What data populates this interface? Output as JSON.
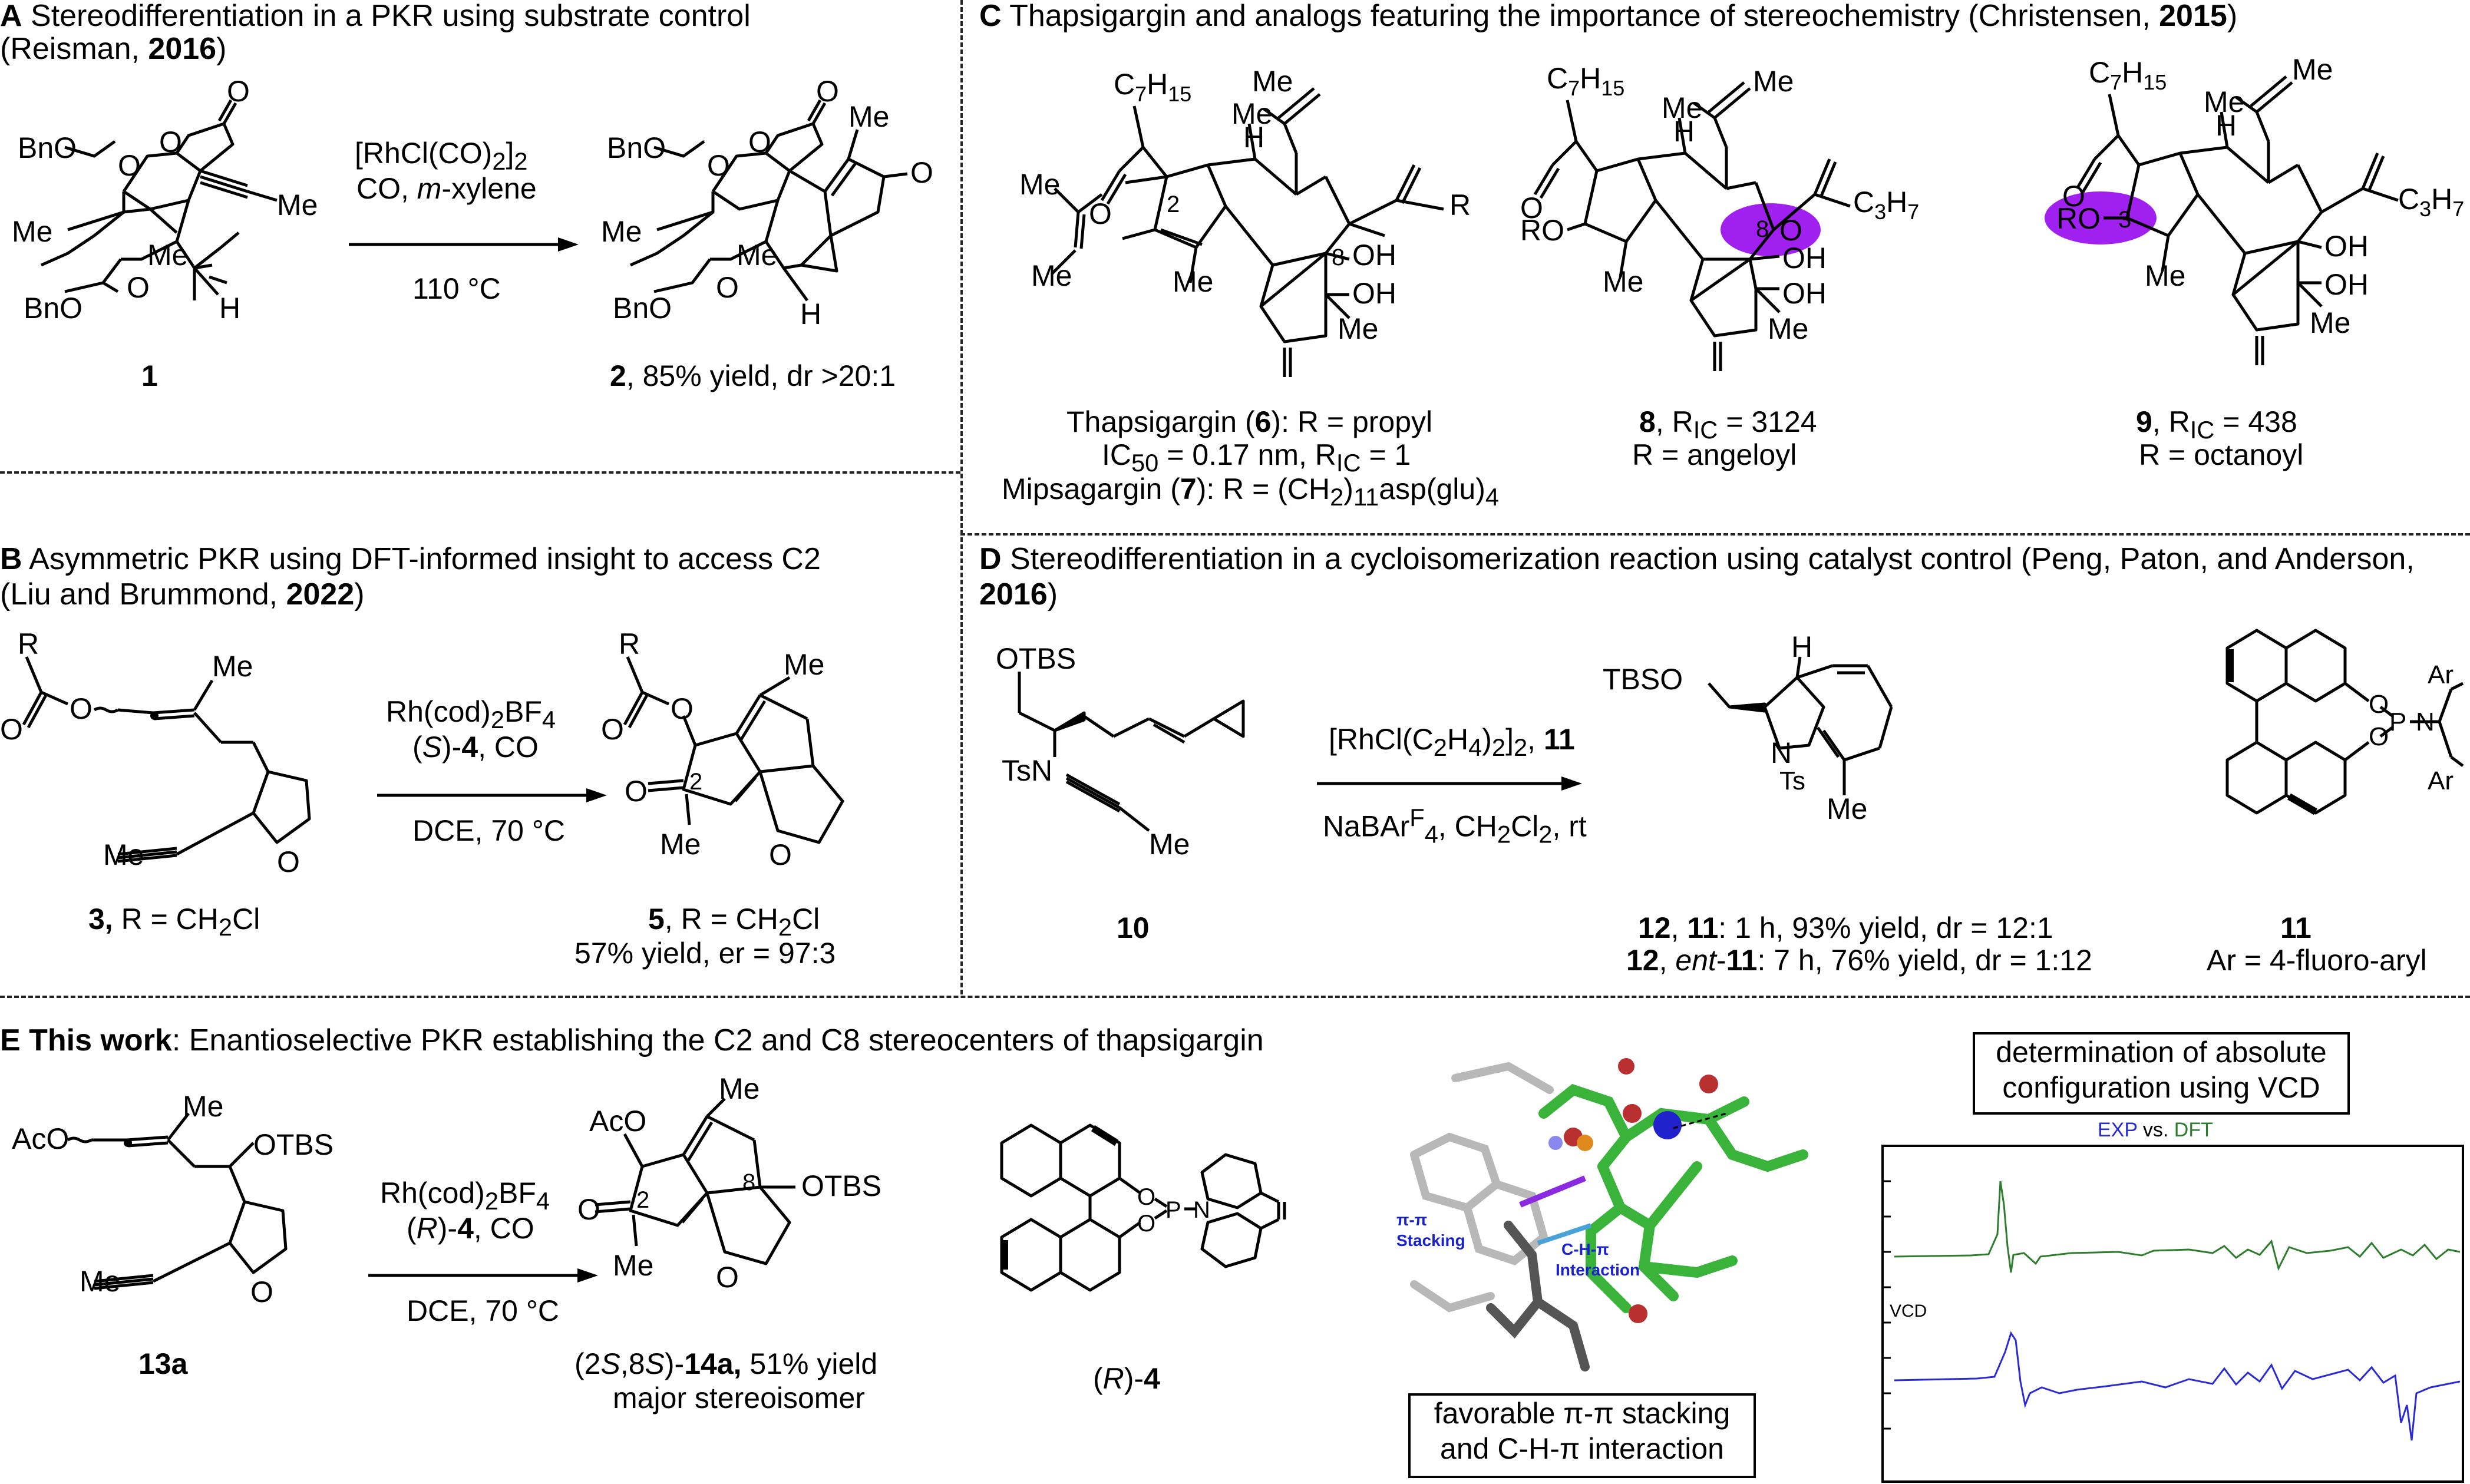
{
  "panelA": {
    "letter": "A",
    "title": " Stereodifferentiation in a PKR using substrate control",
    "cite_open": "(Reisman, ",
    "cite_year": "2016",
    "cite_close": ")",
    "reagent1": "[RhCl(CO)",
    "reagent1_sub": "2",
    "reagent1_close": "]",
    "reagent1_sub2": "2",
    "reagent2_pre": "CO, ",
    "reagent2_it": "m",
    "reagent2_post": "-xylene",
    "condition": "110 °C",
    "sm_label": "1",
    "prod_label_num": "2",
    "prod_label_rest": ", 85% yield, dr >20:1",
    "sm_atoms": {
      "bno1": "BnO",
      "bno2": "BnO",
      "me1": "Me",
      "me2": "Me",
      "me3": "Me",
      "h": "H",
      "o1": "O",
      "o2": "O",
      "o3": "O",
      "o4": "O"
    },
    "prod_atoms": {
      "bno1": "BnO",
      "bno2": "BnO",
      "me1": "Me",
      "me2": "Me",
      "me3": "Me",
      "h": "H",
      "o1": "O",
      "o2": "O",
      "o3": "O",
      "o4": "O",
      "o5": "O"
    }
  },
  "panelB": {
    "letter": "B",
    "title": " Asymmetric PKR using DFT-informed insight to access C2",
    "cite_open": "(Liu and Brummond, ",
    "cite_year": "2022",
    "cite_close": ")",
    "reagent1": "Rh(cod)",
    "reagent1_sub": "2",
    "reagent1_post": "BF",
    "reagent1_sub2": "4",
    "reagent2_open": "(",
    "reagent2_it": "S",
    "reagent2_mid": ")-",
    "reagent2_bold": "4",
    "reagent2_post": ", CO",
    "condition": "DCE, 70 °C",
    "sm_label_num": "3,",
    "sm_label_rest": " R = CH",
    "sm_label_sub": "2",
    "sm_label_end": "Cl",
    "prod_label_num": "5",
    "prod_label_rest": ", R = CH",
    "prod_label_sub": "2",
    "prod_label_end": "Cl",
    "prod_label2": "57% yield, er = 97:3",
    "sm_atoms": {
      "r": "R",
      "me1": "Me",
      "me2": "Me",
      "o1": "O",
      "o2": "O",
      "o3": "O"
    },
    "prod_atoms": {
      "r": "R",
      "me1": "Me",
      "me2": "Me",
      "o1": "O",
      "o2": "O",
      "o3": "O",
      "o4": "O",
      "c2": "2"
    }
  },
  "panelC": {
    "letter": "C",
    "title": " Thapsigargin and analogs featuring the importance of stereochemistry (Christensen, ",
    "cite_year": "2015",
    "cite_close": ")",
    "m1_label_a": "Thapsigargin (",
    "m1_label_num": "6",
    "m1_label_b": "): R = propyl",
    "m1_label2_a": "IC",
    "m1_label2_sub": "50",
    "m1_label2_b": " = 0.17 nm, R",
    "m1_label2_sub2": "IC",
    "m1_label2_c": " = 1",
    "m1_label3_a": "Mipsagargin (",
    "m1_label3_num": "7",
    "m1_label3_b": "): R = (CH",
    "m1_label3_sub": "2",
    "m1_label3_c": ")",
    "m1_label3_sub2": "11",
    "m1_label3_d": "asp(glu)",
    "m1_label3_sub3": "4",
    "m2_label_num": "8",
    "m2_label_a": ", R",
    "m2_label_sub": "IC",
    "m2_label_b": " = 3124",
    "m2_label2": "R = angeloyl",
    "m3_label_num": "9",
    "m3_label_a": ", R",
    "m3_label_sub": "IC",
    "m3_label_b": " = 438",
    "m3_label2": "R = octanoyl",
    "atoms": {
      "c7h15": "C",
      "c7h15_sub1": "7",
      "h15": "H",
      "c7h15_sub2": "15",
      "me": "Me",
      "h": "H",
      "oh": "OH",
      "o": "O",
      "r": "R",
      "ro": "RO",
      "c3h7": "C",
      "c3h7_sub1": "3",
      "h7": "H",
      "c3h7_sub2": "7",
      "n2": "2",
      "n8": "8",
      "n3": "3"
    },
    "highlight_color": "#a020f0"
  },
  "panelD": {
    "letter": "D",
    "title": " Stereodifferentiation in a cycloisomerization reaction using catalyst control (Peng, Paton, and Anderson,",
    "cite_year": "2016",
    "cite_close": ")",
    "reagent1": "[RhCl(C",
    "reagent1_sub": "2",
    "reagent1_mid": "H",
    "reagent1_sub2": "4",
    "reagent1_mid2": ")",
    "reagent1_sub3": "2",
    "reagent1_close": "]",
    "reagent1_sub4": "2",
    "reagent1_post": ", ",
    "reagent1_bold": "11",
    "reagent2": "NaBAr",
    "reagent2_sup": "F",
    "reagent2_sub": "4",
    "reagent2_post": ", CH",
    "reagent2_sub2": "2",
    "reagent2_mid": "Cl",
    "reagent2_sub3": "2",
    "reagent2_end": ", rt",
    "sm_label": "10",
    "prod_label1_num": "12",
    "prod_label1_mid": ", ",
    "prod_label1_cat": "11",
    "prod_label1_rest": ": 1 h, 93% yield, dr = 12:1",
    "prod_label2_num": "12",
    "prod_label2_mid": ", ",
    "prod_label2_it": "ent",
    "prod_label2_dash": "-",
    "prod_label2_cat": "11",
    "prod_label2_rest": ": 7 h, 76% yield, dr = 1:12",
    "cat_label": "11",
    "cat_label2": "Ar = 4-fluoro-aryl",
    "atoms": {
      "otbs": "OTBS",
      "tsn": "TsN",
      "me": "Me",
      "tbso": "TBSO",
      "n": "N",
      "ts": "Ts",
      "h": "H",
      "ar": "Ar",
      "o": "O",
      "p": "P"
    }
  },
  "panelE": {
    "letter": "E",
    "title_bold": " This work",
    "title_rest": ": Enantioselective PKR establishing the C2 and C8 stereocenters of thapsigargin",
    "reagent1": "Rh(cod)",
    "reagent1_sub": "2",
    "reagent1_post": "BF",
    "reagent1_sub2": "4",
    "reagent2_open": "(",
    "reagent2_it": "R",
    "reagent2_mid": ")-",
    "reagent2_bold": "4",
    "reagent2_post": ", CO",
    "condition": "DCE, 70 °C",
    "sm_label": "13a",
    "prod_label_a": "(2",
    "prod_label_s1": "S",
    "prod_label_b": ",8",
    "prod_label_s2": "S",
    "prod_label_c": ")-",
    "prod_label_num": "14a,",
    "prod_label_rest": " 51% yield",
    "prod_label2": "major stereoisomer",
    "ligand_open": "(",
    "ligand_it": "R",
    "ligand_close": ")-",
    "ligand_num": "4",
    "atoms": {
      "aco": "AcO",
      "me": "Me",
      "otbs": "OTBS",
      "o": "O",
      "p": "P",
      "n": "N",
      "n2": "2",
      "n8": "8"
    },
    "model_label_pi": "π-π",
    "model_label_stacking": "Stacking",
    "model_label_ch": "C-H-π",
    "model_label_interaction": "Interaction",
    "model_box1": "favorable π-π stacking",
    "model_box2": "and C-H-π interaction",
    "vcd_box1": "determination of absolute",
    "vcd_box2": "configuration using VCD",
    "vcd_legend_exp": "EXP",
    "vcd_legend_vs": " vs. ",
    "vcd_legend_dft": "DFT",
    "vcd_ylabel": "VCD",
    "exp_color": "#2b2bd4",
    "dft_color": "#2e7d2e"
  }
}
